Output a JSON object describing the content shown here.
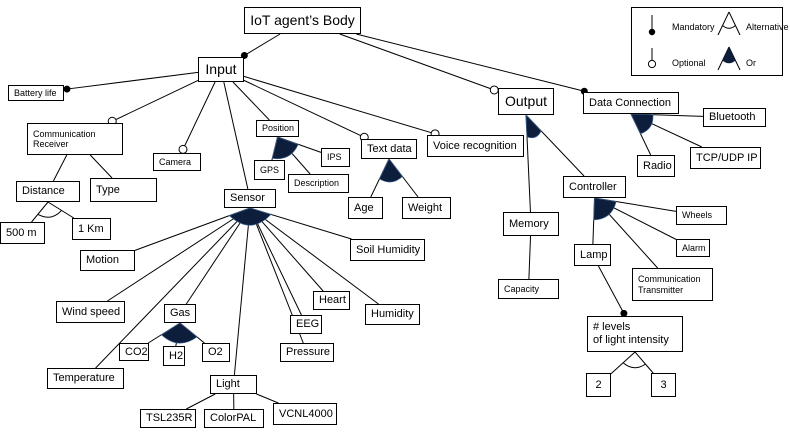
{
  "diagram": {
    "nodes": [
      {
        "id": "root",
        "label": "IoT agent’s Body"
      },
      {
        "id": "input",
        "label": "Input"
      },
      {
        "id": "output",
        "label": "Output"
      },
      {
        "id": "dataconn",
        "label": "Data Connection"
      },
      {
        "id": "battery",
        "label": "Battery life"
      },
      {
        "id": "commrec",
        "label": "Communication\nReceiver"
      },
      {
        "id": "camera",
        "label": "Camera"
      },
      {
        "id": "position",
        "label": "Position"
      },
      {
        "id": "gps",
        "label": "GPS"
      },
      {
        "id": "ips",
        "label": "IPS"
      },
      {
        "id": "description",
        "label": "Description"
      },
      {
        "id": "textdata",
        "label": "Text data"
      },
      {
        "id": "age",
        "label": "Age"
      },
      {
        "id": "weight",
        "label": "Weight"
      },
      {
        "id": "voice",
        "label": "Voice recognition"
      },
      {
        "id": "distance",
        "label": "Distance"
      },
      {
        "id": "type",
        "label": "Type"
      },
      {
        "id": "d500",
        "label": "500 m"
      },
      {
        "id": "d1km",
        "label": "1 Km"
      },
      {
        "id": "sensor",
        "label": "Sensor"
      },
      {
        "id": "motion",
        "label": "Motion"
      },
      {
        "id": "soil",
        "label": "Soil Humidity"
      },
      {
        "id": "wind",
        "label": "Wind speed"
      },
      {
        "id": "gas",
        "label": "Gas"
      },
      {
        "id": "co2",
        "label": "CO2"
      },
      {
        "id": "h2",
        "label": "H2"
      },
      {
        "id": "o2",
        "label": "O2"
      },
      {
        "id": "heart",
        "label": "Heart"
      },
      {
        "id": "eeg",
        "label": "EEG"
      },
      {
        "id": "humidity",
        "label": "Humidity"
      },
      {
        "id": "pressure",
        "label": "Pressure"
      },
      {
        "id": "temperature",
        "label": "Temperature"
      },
      {
        "id": "light",
        "label": "Light"
      },
      {
        "id": "tsl",
        "label": "TSL235R"
      },
      {
        "id": "colorpal",
        "label": "ColorPAL"
      },
      {
        "id": "vcnl",
        "label": "VCNL4000"
      },
      {
        "id": "bluetooth",
        "label": "Bluetooth"
      },
      {
        "id": "radio",
        "label": "Radio"
      },
      {
        "id": "tcp",
        "label": "TCP/UDP IP"
      },
      {
        "id": "memory",
        "label": "Memory"
      },
      {
        "id": "capacity",
        "label": "Capacity"
      },
      {
        "id": "controller",
        "label": "Controller"
      },
      {
        "id": "wheels",
        "label": "Wheels"
      },
      {
        "id": "alarm",
        "label": "Alarm"
      },
      {
        "id": "lamp",
        "label": "Lamp"
      },
      {
        "id": "commtrans",
        "label": "Communication\nTransmitter"
      },
      {
        "id": "levels",
        "label": "# levels\nof light intensity"
      },
      {
        "id": "l2",
        "label": "2"
      },
      {
        "id": "l3",
        "label": "3"
      }
    ],
    "edges": [
      {
        "from": "root",
        "to": "input",
        "kind": "mandatory"
      },
      {
        "from": "root",
        "to": "output",
        "kind": "optional"
      },
      {
        "from": "root",
        "to": "dataconn",
        "kind": "mandatory"
      },
      {
        "from": "input",
        "to": "battery",
        "kind": "mandatory"
      },
      {
        "from": "input",
        "to": "commrec",
        "kind": "optional"
      },
      {
        "from": "input",
        "to": "camera",
        "kind": "optional"
      },
      {
        "from": "input",
        "to": "position",
        "kind": "plain"
      },
      {
        "from": "input",
        "to": "textdata",
        "kind": "optional"
      },
      {
        "from": "input",
        "to": "voice",
        "kind": "optional"
      },
      {
        "from": "input",
        "to": "sensor",
        "kind": "plain"
      },
      {
        "from": "commrec",
        "to": "distance",
        "kind": "plain"
      },
      {
        "from": "commrec",
        "to": "type",
        "kind": "plain"
      },
      {
        "from": "distance",
        "to": "d500",
        "kind": "plain"
      },
      {
        "from": "distance",
        "to": "d1km",
        "kind": "plain"
      },
      {
        "from": "position",
        "to": "gps",
        "kind": "plain"
      },
      {
        "from": "position",
        "to": "ips",
        "kind": "plain"
      },
      {
        "from": "position",
        "to": "description",
        "kind": "plain"
      },
      {
        "from": "textdata",
        "to": "age",
        "kind": "plain"
      },
      {
        "from": "textdata",
        "to": "weight",
        "kind": "plain"
      },
      {
        "from": "sensor",
        "to": "motion",
        "kind": "plain"
      },
      {
        "from": "sensor",
        "to": "soil",
        "kind": "plain"
      },
      {
        "from": "sensor",
        "to": "wind",
        "kind": "plain"
      },
      {
        "from": "sensor",
        "to": "gas",
        "kind": "plain"
      },
      {
        "from": "sensor",
        "to": "heart",
        "kind": "plain"
      },
      {
        "from": "sensor",
        "to": "eeg",
        "kind": "plain"
      },
      {
        "from": "sensor",
        "to": "humidity",
        "kind": "plain"
      },
      {
        "from": "sensor",
        "to": "pressure",
        "kind": "plain"
      },
      {
        "from": "sensor",
        "to": "temperature",
        "kind": "plain"
      },
      {
        "from": "sensor",
        "to": "light",
        "kind": "plain"
      },
      {
        "from": "gas",
        "to": "co2",
        "kind": "plain"
      },
      {
        "from": "gas",
        "to": "h2",
        "kind": "plain"
      },
      {
        "from": "gas",
        "to": "o2",
        "kind": "plain"
      },
      {
        "from": "light",
        "to": "tsl",
        "kind": "plain"
      },
      {
        "from": "light",
        "to": "colorpal",
        "kind": "plain"
      },
      {
        "from": "light",
        "to": "vcnl",
        "kind": "plain"
      },
      {
        "from": "dataconn",
        "to": "bluetooth",
        "kind": "plain"
      },
      {
        "from": "dataconn",
        "to": "radio",
        "kind": "plain"
      },
      {
        "from": "dataconn",
        "to": "tcp",
        "kind": "plain"
      },
      {
        "from": "output",
        "to": "memory",
        "kind": "plain"
      },
      {
        "from": "output",
        "to": "controller",
        "kind": "plain"
      },
      {
        "from": "memory",
        "to": "capacity",
        "kind": "plain"
      },
      {
        "from": "controller",
        "to": "wheels",
        "kind": "plain"
      },
      {
        "from": "controller",
        "to": "alarm",
        "kind": "plain"
      },
      {
        "from": "controller",
        "to": "lamp",
        "kind": "plain"
      },
      {
        "from": "controller",
        "to": "commtrans",
        "kind": "plain"
      },
      {
        "from": "lamp",
        "to": "levels",
        "kind": "mandatory"
      },
      {
        "from": "levels",
        "to": "l2",
        "kind": "plain"
      },
      {
        "from": "levels",
        "to": "l3",
        "kind": "plain"
      }
    ],
    "groups": [
      {
        "parent": "output",
        "kind": "or"
      },
      {
        "parent": "dataconn",
        "kind": "or"
      },
      {
        "parent": "controller",
        "kind": "or"
      },
      {
        "parent": "position",
        "kind": "or"
      },
      {
        "parent": "textdata",
        "kind": "or"
      },
      {
        "parent": "sensor",
        "kind": "or"
      },
      {
        "parent": "gas",
        "kind": "or"
      },
      {
        "parent": "distance",
        "kind": "alternative"
      },
      {
        "parent": "levels",
        "kind": "alternative"
      }
    ]
  },
  "legend": {
    "mandatory": "Mandatory",
    "alternative": "Alternative",
    "optional": "Optional",
    "or": "Or"
  }
}
